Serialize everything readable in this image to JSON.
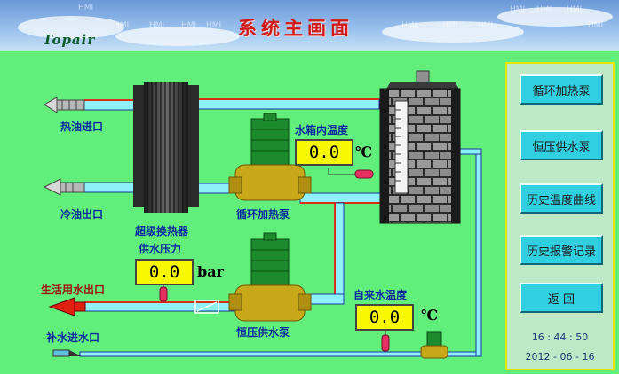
{
  "header": {
    "logo_text": "Topair",
    "title": "系统主画面",
    "watermark": "HMI"
  },
  "labels": {
    "hot_oil_in": "热油进口",
    "cold_oil_out": "冷油出口",
    "exchanger": "超级换热器",
    "supply_pressure": "供水压力",
    "domestic_outlet": "生活用水出口",
    "makeup_inlet": "补水进水口",
    "tank_temp": "水箱内温度",
    "circ_pump": "循环加热泵",
    "const_pump": "恒压供水泵",
    "tap_temp": "自来水温度"
  },
  "readings": {
    "tank_temp_value": "0.0",
    "tank_temp_unit": "℃",
    "pressure_value": "0.0",
    "pressure_unit": "bar",
    "tap_temp_value": "0.0",
    "tap_temp_unit": "℃"
  },
  "nav": {
    "buttons": [
      "循环加热泵",
      "恒压供水泵",
      "历史温度曲线",
      "历史报警记录",
      "返 回"
    ]
  },
  "status": {
    "time": "16 : 44 : 50",
    "date": "2012 - 06 - 16"
  },
  "colors": {
    "background": "#62ee7a",
    "pipe_water": "#8ef0f8",
    "pipe_hot": "#d83018",
    "pump_green": "#1e8a2e",
    "valve_gold": "#c8a818",
    "button": "#30d0e0",
    "readout": "#f8f800",
    "title_red": "#d01818"
  }
}
